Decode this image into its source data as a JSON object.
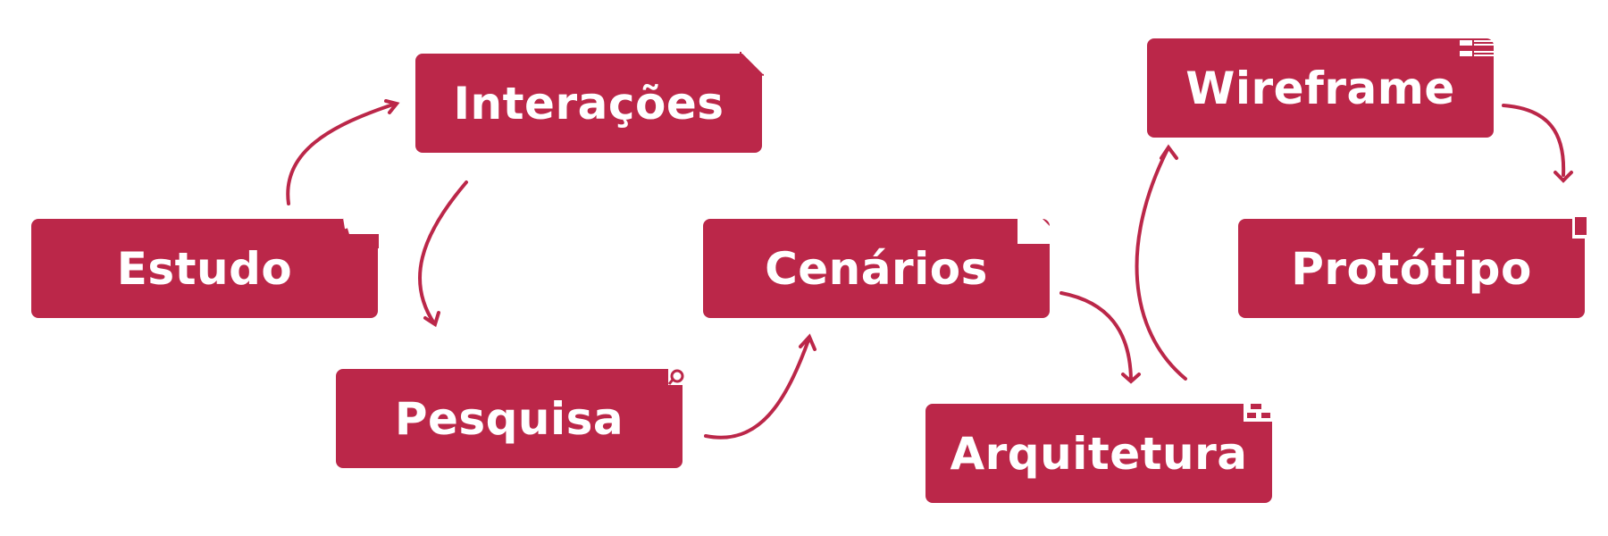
{
  "steps": {
    "estudo": {
      "label": "Estudo",
      "icon": "document-tab-icon"
    },
    "interacoes": {
      "label": "Interações",
      "icon": "folded-corner-icon"
    },
    "pesquisa": {
      "label": "Pesquisa",
      "icon": "magnifier-icon"
    },
    "cenarios": {
      "label": "Cenários",
      "icon": "folded-corner-icon"
    },
    "arquitetura": {
      "label": "Arquitetura",
      "icon": "sitemap-icon"
    },
    "wireframe": {
      "label": "Wireframe",
      "icon": "layout-lines-icon"
    },
    "prototipo": {
      "label": "Protótipo",
      "icon": "bracket-corner-icon"
    }
  },
  "colors": {
    "box": "#bb2749",
    "text": "#ffffff",
    "arrow": "#bb2749"
  }
}
